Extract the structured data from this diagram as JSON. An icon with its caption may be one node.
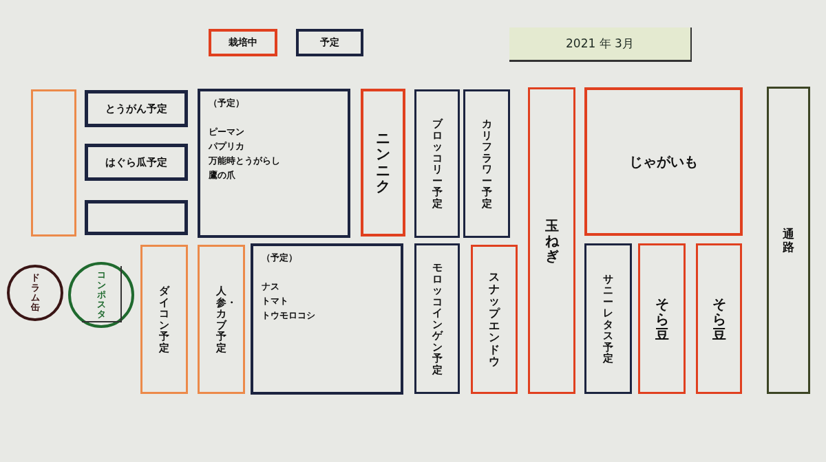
{
  "diagram": {
    "title": "2021 年 3月",
    "nodes": [
      {
        "text": [],
        "shape": "box"
      },
      {
        "text": [
          "とうがん予定"
        ]
      },
      {
        "text": [
          "はぐら瓜予定"
        ]
      },
      {
        "text": [],
        "shape": "box"
      },
      {
        "text": [
          "（予定）",
          "ピーマン",
          "パプリカ",
          "万能時とうがらし",
          "鷹の爪"
        ]
      },
      {
        "text": [
          "ニンニク"
        ]
      },
      {
        "text": [
          "ブロッコリー予定"
        ]
      },
      {
        "text": [
          "カリフラワー予定"
        ]
      },
      {
        "text": [
          "玉ねぎ"
        ]
      },
      {
        "text": [
          "じゃがいも"
        ]
      },
      {
        "text": [
          "通路"
        ]
      },
      {
        "text": [
          "ドラム缶"
        ]
      },
      {
        "text": [
          "コンポスタ"
        ]
      },
      {
        "text": [
          "ダイコン予定"
        ]
      },
      {
        "text": [
          "人参・カブ予定"
        ]
      },
      {
        "text": [
          "（予定）",
          "ナス",
          "トマト",
          "トウモロコシ"
        ]
      },
      {
        "text": [
          "モロッコインゲン予定"
        ]
      },
      {
        "text": [
          "スナップエンドウ"
        ]
      },
      {
        "text": [
          "サニーレタス予定"
        ]
      },
      {
        "text": [
          "そら豆"
        ]
      },
      {
        "text": [
          "そら豆"
        ]
      }
    ],
    "legend": [
      {
        "text": "栽培中",
        "color": "#e0401f"
      },
      {
        "text": "予定",
        "color": "#1c2440"
      }
    ]
  }
}
